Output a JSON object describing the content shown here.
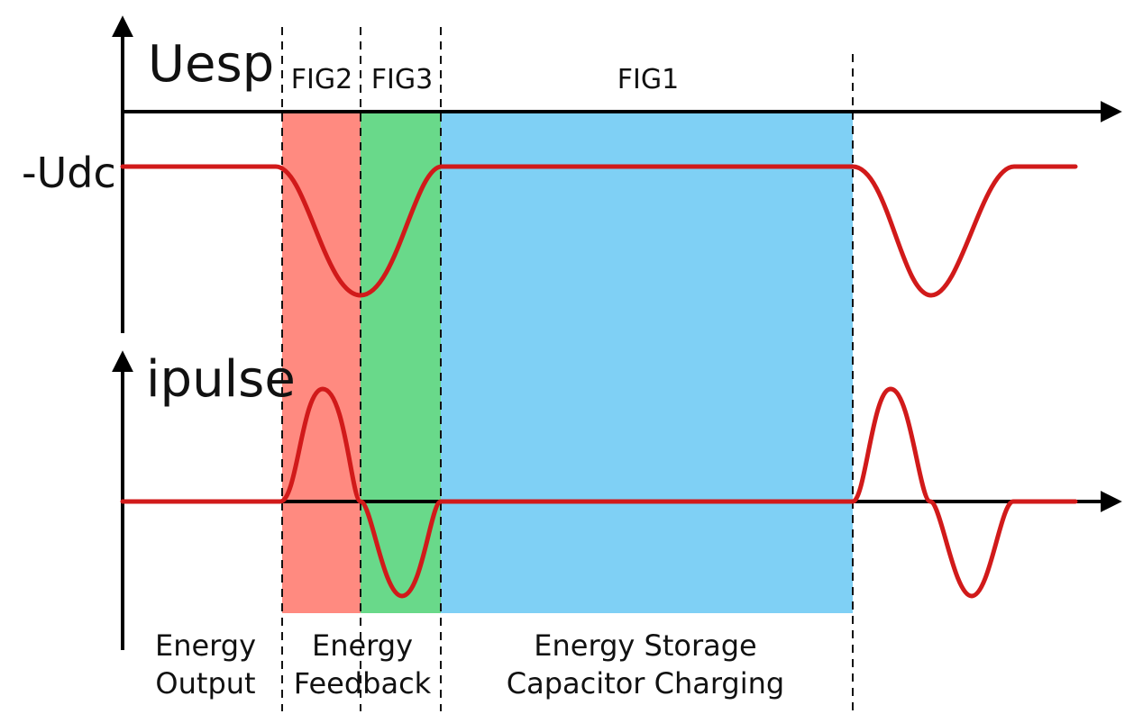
{
  "labels": {
    "uesp": "Uesp",
    "udc": "-Udc",
    "ipulse": "ipulse"
  },
  "figures": {
    "fig2": "FIG2",
    "fig3": "FIG3",
    "fig1": "FIG1"
  },
  "phases": {
    "energy_output": [
      "Energy",
      "Output"
    ],
    "energy_feedback": [
      "Energy",
      "Feedback"
    ],
    "storage_charging": [
      "Energy Storage",
      "Capacitor Charging"
    ]
  },
  "colors": {
    "fig2_region": "#ff8a80",
    "fig3_region": "#69d98a",
    "fig1_region": "#7fd0f5",
    "waveform": "#d11a1a",
    "axis": "#000000"
  }
}
